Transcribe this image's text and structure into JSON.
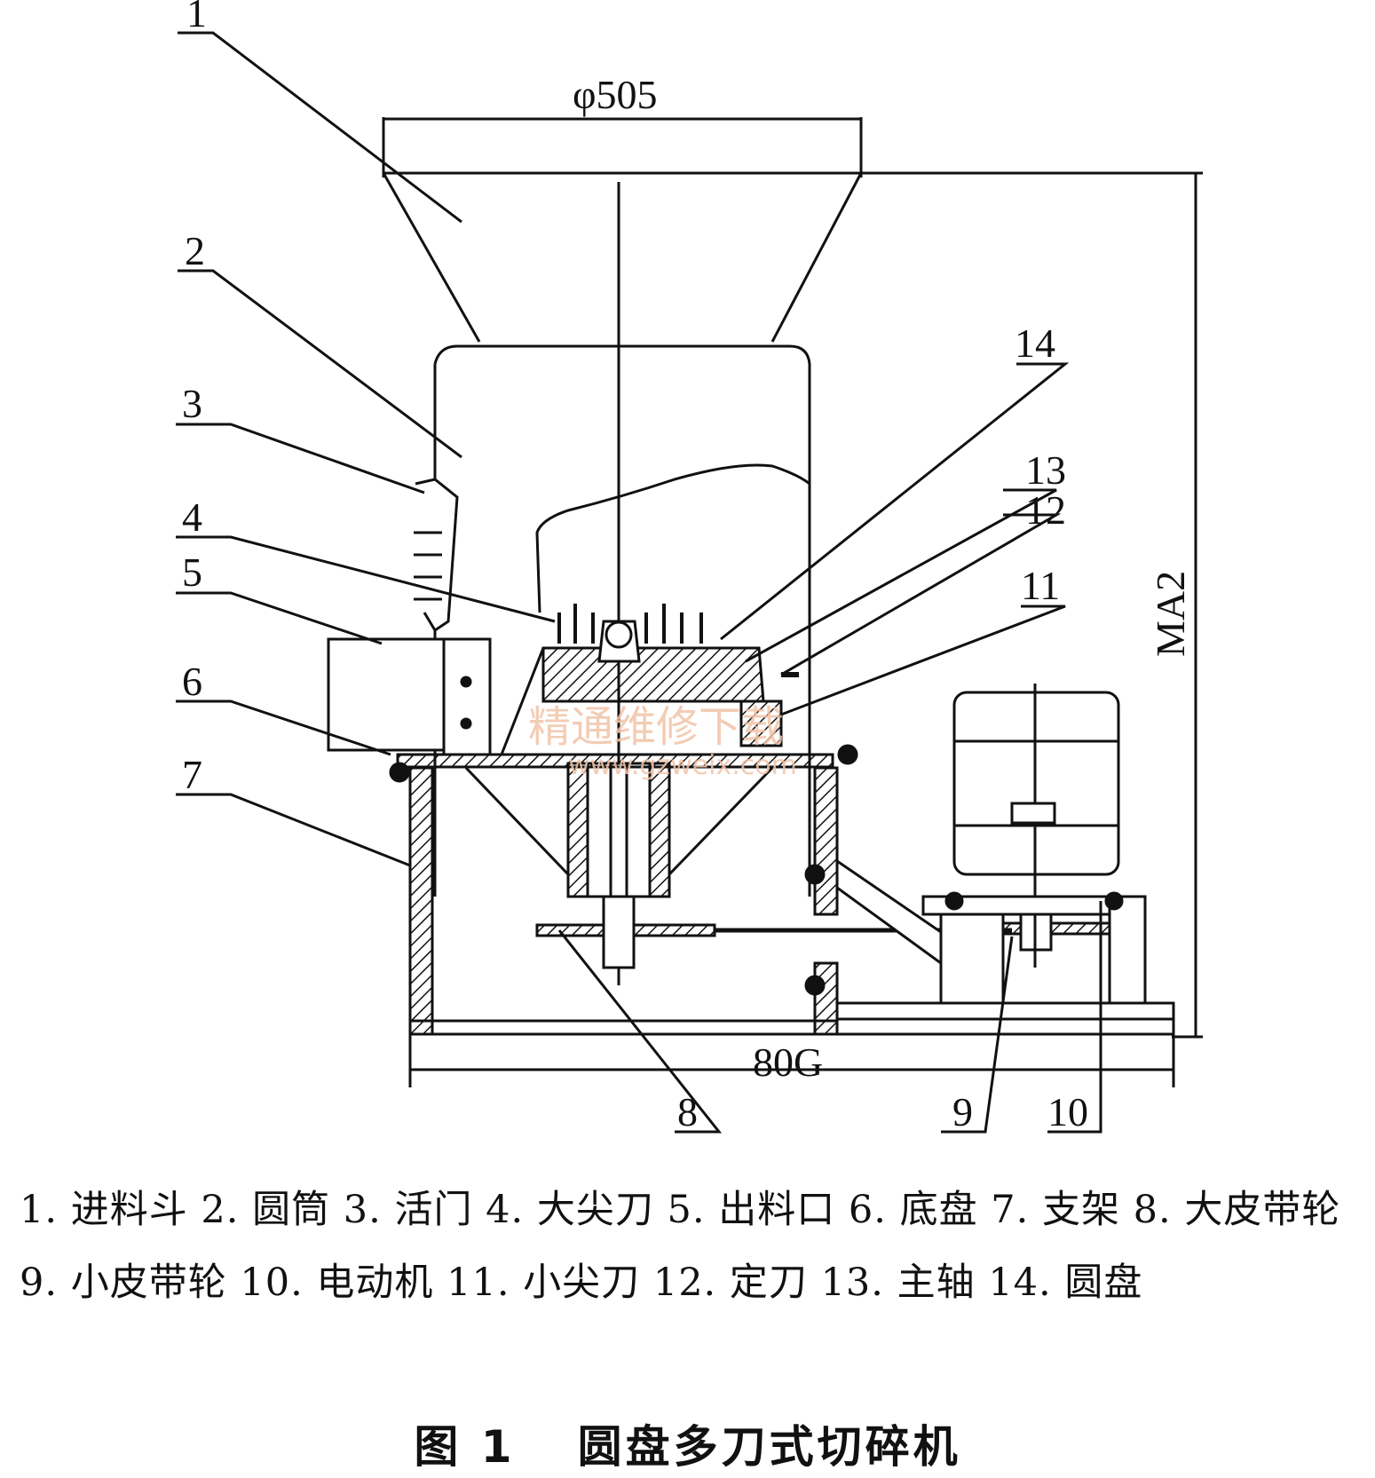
{
  "dimensions": {
    "top_diameter": "φ505",
    "height": "MA2",
    "base_width": "80G"
  },
  "callouts": [
    "1",
    "2",
    "3",
    "4",
    "5",
    "6",
    "7",
    "8",
    "9",
    "10",
    "11",
    "12",
    "13",
    "14"
  ],
  "watermark": {
    "text": "精通维修下载",
    "url": "www.gzweix.com"
  },
  "legend": [
    "1. 进料斗",
    "2. 圆筒",
    "3. 活门",
    "4. 大尖刀",
    "5. 出料口",
    "6. 底盘",
    "7. 支架",
    "8. 大皮带轮",
    "9. 小皮带轮",
    "10. 电动机",
    "11. 小尖刀",
    "12. 定刀",
    "13. 主轴",
    "14. 圆盘"
  ],
  "caption": {
    "number": "图 1",
    "title": "圆盘多刀式切碎机"
  }
}
